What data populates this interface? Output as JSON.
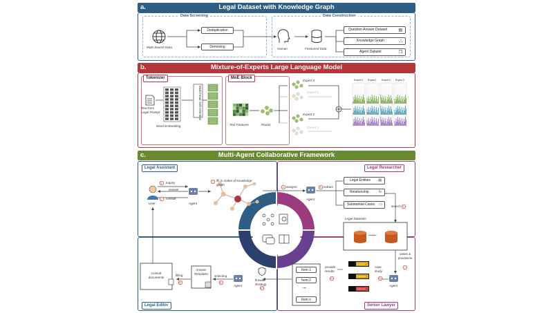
{
  "section_a": {
    "letter": "a.",
    "title": "Legal Dataset with Knowledge Graph",
    "data_screening": "Data Screening",
    "data_construction": "Data Construction",
    "multi_source": "Multi-Source Data",
    "deduplication": "Deduplication",
    "denoising": "Denoising",
    "human": "Human",
    "finetuned": "Finetuned Data",
    "outputs": [
      "Question Answer Dataset",
      "Knowledge Graph",
      "Agent Dataset"
    ]
  },
  "section_b": {
    "letter": "b.",
    "title": "Mixture-of-Experts Large Language Model",
    "tokenizer": "Tokenizer",
    "prompt": "Text-form Legal Prompt",
    "word_embedding": "Word Embedding",
    "attention": "Multi-head Self-Attention",
    "moe_block": "MoE Block",
    "text_features": "Text Features",
    "router": "Router",
    "experts": [
      "Expert 0",
      "Expert 1",
      "Expert 2",
      "Expert 3"
    ],
    "mini_chart_titles": [
      "Expert 0",
      "Expert 1",
      "Expert 2",
      "Expert 3"
    ]
  },
  "section_c": {
    "letter": "c.",
    "title": "Multi-Agent Collaborative Framework",
    "legal_assistant": "Legal Assistant",
    "legal_researcher": "Legal Researcher",
    "legal_editor": "Legal Editor",
    "senior_lawyer": "Senior Lawyer",
    "user": "User",
    "agent": "Agent",
    "steps": {
      "inquiry": "inquiry",
      "consult": "consult",
      "answer": "answer",
      "fill_nodes": "fill in nodes of knowledge-graph",
      "analyze": "analyze",
      "extract": "extract",
      "search": "search",
      "cases_provisions": "cases & provisions",
      "case_study": "case study",
      "provide_results": "provide results",
      "firewall": "firewall strategy",
      "selecting": "selecting",
      "filling": "filling"
    },
    "step_nums": {
      "inquiry": "1",
      "consult": "2",
      "fill": "3",
      "analyze": "4",
      "extract": "5",
      "search": "6",
      "cases": "7",
      "case_study": "8",
      "provide": "9",
      "firewall": "10",
      "selecting": "11",
      "filling": "12"
    },
    "researcher_items": [
      "Legal Entities",
      "Relationship",
      "Substantial Cases"
    ],
    "legal_datasets": "Legal Datasets",
    "dots": "......",
    "items": [
      "Item 1",
      "Item 2",
      "...",
      "Item n"
    ],
    "relevant": [
      "Irrelevant",
      "Irrelevant",
      "Irrelevant"
    ],
    "answer_templates": "Answer Templates",
    "consult_documents": "consult documents"
  },
  "colors": {
    "blue": "#2d5f86",
    "red": "#b5363b",
    "green": "#6a8a32",
    "purple": "#9c3b7e",
    "navy": "#2d3f6e"
  }
}
